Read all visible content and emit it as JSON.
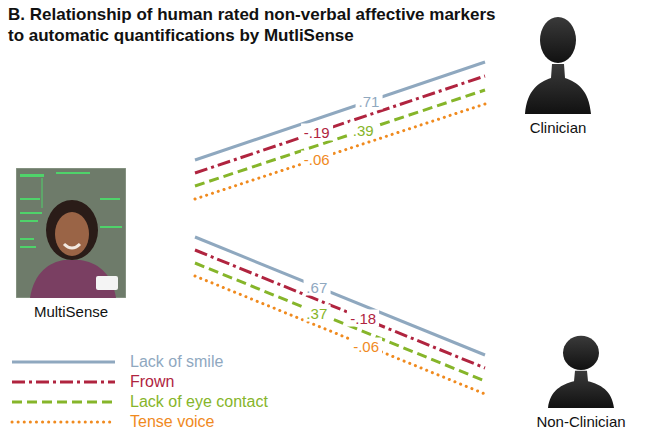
{
  "diagram": {
    "title": "B. Relationship of human rated non-verbal affective markers to automatic quantifications by MutliSense",
    "nodes": [
      {
        "text": [
          "MultiSense"
        ]
      },
      {
        "text": [
          "Clinician"
        ]
      },
      {
        "text": [
          "Non-Clinician"
        ]
      }
    ],
    "edges": [
      {
        "from": 0,
        "to": 1,
        "arrow": "none",
        "label": ".71"
      },
      {
        "from": 0,
        "to": 1,
        "arrow": "none",
        "label": "-.19"
      },
      {
        "from": 0,
        "to": 1,
        "arrow": "none",
        "label": ".39"
      },
      {
        "from": 0,
        "to": 1,
        "arrow": "none",
        "label": "-.06"
      },
      {
        "from": 0,
        "to": 2,
        "arrow": "none",
        "label": ".67"
      },
      {
        "from": 0,
        "to": 2,
        "arrow": "none",
        "label": "-.18"
      },
      {
        "from": 0,
        "to": 2,
        "arrow": "none",
        "label": ".37"
      },
      {
        "from": 0,
        "to": 2,
        "arrow": "none",
        "label": "-.06"
      }
    ],
    "legend": [
      {
        "text": "Lack of smile"
      },
      {
        "text": "Frown"
      },
      {
        "text": "Lack of eye contact"
      },
      {
        "text": "Tense voice"
      }
    ]
  }
}
